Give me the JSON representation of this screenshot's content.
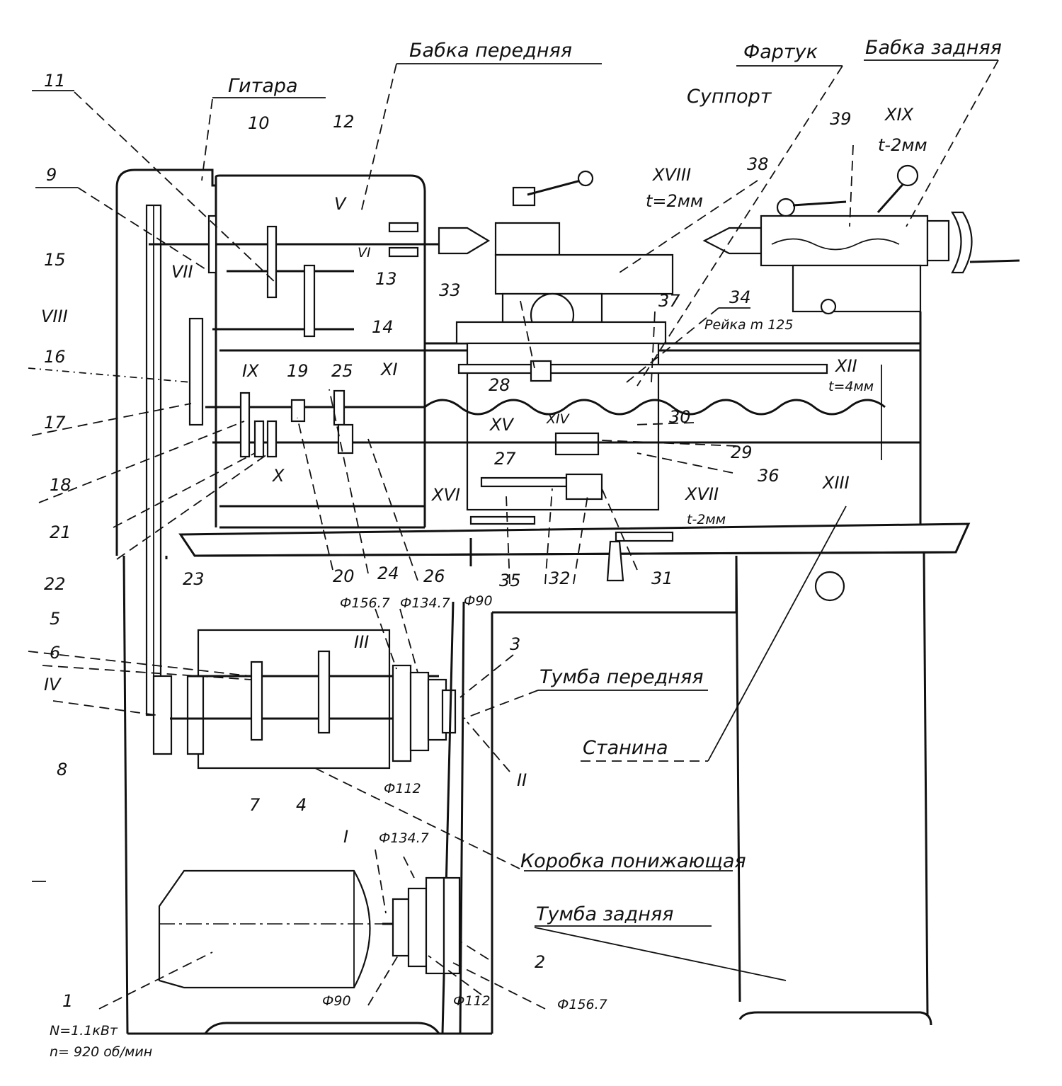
{
  "labels": {
    "babka_perednyaya": "Бабка передняя",
    "fartuk": "Фартук",
    "babka_zadnyaya": "Бабка задняя",
    "gitara": "Гитара",
    "support": "Суппорт",
    "reika": "Рейка m 125",
    "tumba_perednyaya": "Тумба передняя",
    "stanina": "Станина",
    "korobka": "Коробка понижающая",
    "tumba_zadnyaya": "Тумба задняя"
  },
  "shafts": {
    "I": "I",
    "II": "II",
    "III": "III",
    "IV": "IV",
    "V": "V",
    "VI": "VI",
    "VII": "VII",
    "VIII": "VIII",
    "IX": "IX",
    "X": "X",
    "XI": "XI",
    "XII": "XII",
    "XIII": "XIII",
    "XIV": "XIV",
    "XV": "XV",
    "XVI": "XVI",
    "XVII": "XVII",
    "XVIII": "XVIII",
    "XIX": "XIX"
  },
  "pitches": {
    "xii": "t=4мм",
    "xvii": "t-2мм",
    "xviii": "t=2мм",
    "xix": "t-2мм"
  },
  "diameters": {
    "d156_top": "Ф156.7",
    "d134_top": "Ф134.7",
    "d90_top": "Ф90",
    "d112_mid": "Ф112",
    "d134_low": "Ф134.7",
    "d90_low": "Ф90",
    "d112_low": "Ф112",
    "d156_low": "Ф156.7"
  },
  "motor": {
    "power": "N=1.1кВт",
    "speed": "n= 920 об/мин"
  },
  "numbers": [
    "1",
    "2",
    "3",
    "4",
    "5",
    "6",
    "7",
    "8",
    "9",
    "10",
    "11",
    "12",
    "13",
    "14",
    "15",
    "16",
    "17",
    "18",
    "19",
    "20",
    "21",
    "22",
    "23",
    "24",
    "25",
    "26",
    "27",
    "28",
    "29",
    "30",
    "31",
    "32",
    "33",
    "34",
    "35",
    "36",
    "37",
    "38",
    "39"
  ]
}
